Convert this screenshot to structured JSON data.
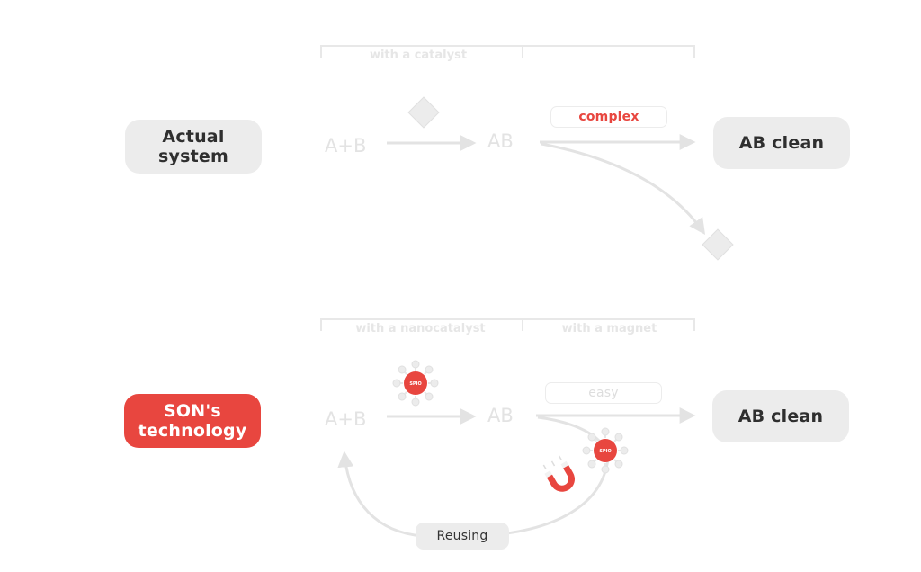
{
  "rows": {
    "actual": {
      "label": "Actual\nsystem",
      "bracket_left": "with a catalyst",
      "bracket_right": "",
      "reactants": "A+B",
      "product": "AB",
      "path_label": "complex",
      "result": "AB clean"
    },
    "son": {
      "label": "SON's\ntechnology",
      "bracket_left": "with a nanocatalyst",
      "bracket_right": "with a magnet",
      "reactants": "A+B",
      "product": "AB",
      "path_label": "easy",
      "result": "AB clean",
      "reuse_label": "Reusing",
      "particle_label": "SPIO"
    }
  },
  "colors": {
    "accent_red": "#e8463f",
    "pill_grey": "#ececec",
    "faint": "#e3e3e3",
    "dark_text": "#2f2f2f"
  },
  "icons": [
    "catalyst-diamond-icon",
    "nanoparticle-icon",
    "magnet-icon"
  ]
}
